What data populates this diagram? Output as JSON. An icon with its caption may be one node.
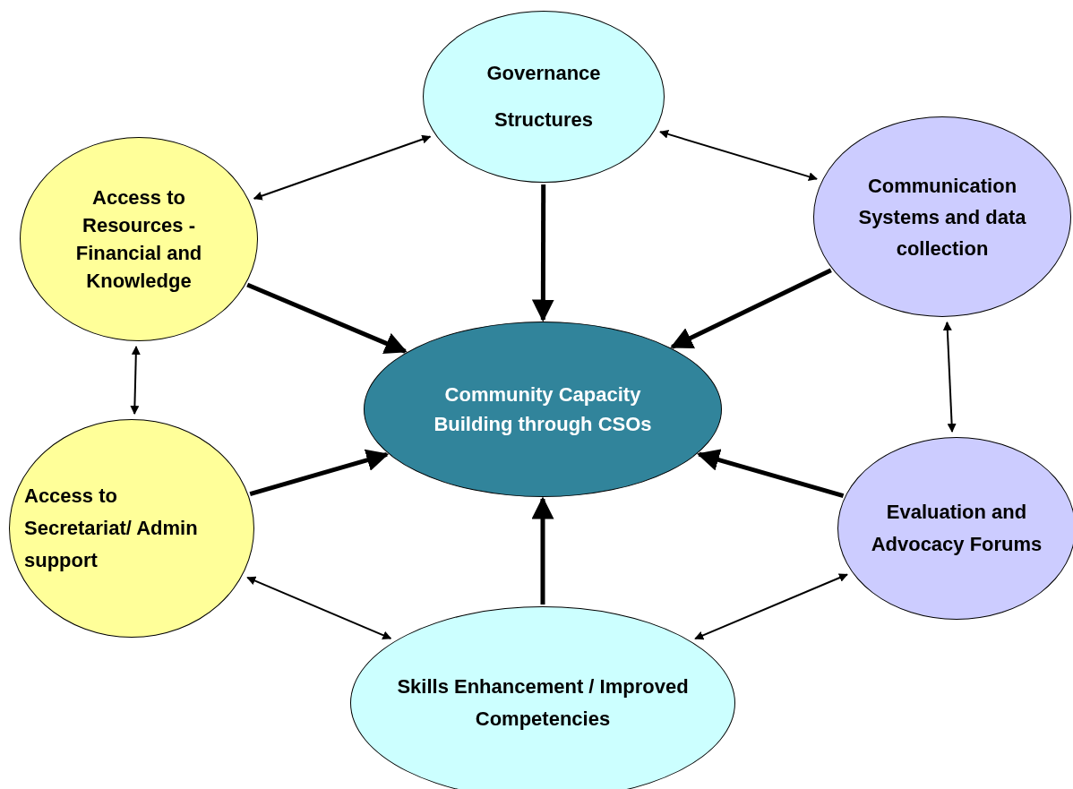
{
  "diagram": {
    "nodes": [
      {
        "text": [
          "Governance Structures"
        ]
      },
      {
        "text": [
          "Access to Resources - Financial and Knowledge"
        ]
      },
      {
        "text": [
          "Communication Systems and data collection"
        ]
      },
      {
        "text": [
          "Community Capacity Building through CSOs"
        ]
      },
      {
        "text": [
          "Access to Secretariat/ Admin support"
        ]
      },
      {
        "text": [
          "Evaluation and Advocacy Forums"
        ]
      },
      {
        "text": [
          "Skills Enhancement / Improved Competencies"
        ]
      }
    ],
    "edges": [
      {
        "from": 0,
        "to": 1,
        "arrow": "both"
      },
      {
        "from": 0,
        "to": 2,
        "arrow": "both"
      },
      {
        "from": 0,
        "to": 3,
        "arrow": "to",
        "style": "thick"
      },
      {
        "from": 1,
        "to": 3,
        "arrow": "to",
        "style": "thick"
      },
      {
        "from": 2,
        "to": 3,
        "arrow": "to",
        "style": "thick"
      },
      {
        "from": 1,
        "to": 4,
        "arrow": "both"
      },
      {
        "from": 2,
        "to": 5,
        "arrow": "both"
      },
      {
        "from": 4,
        "to": 3,
        "arrow": "to",
        "style": "thick"
      },
      {
        "from": 5,
        "to": 3,
        "arrow": "to",
        "style": "thick"
      },
      {
        "from": 6,
        "to": 3,
        "arrow": "to",
        "style": "thick"
      },
      {
        "from": 4,
        "to": 6,
        "arrow": "both"
      },
      {
        "from": 6,
        "to": 5,
        "arrow": "both"
      }
    ]
  }
}
